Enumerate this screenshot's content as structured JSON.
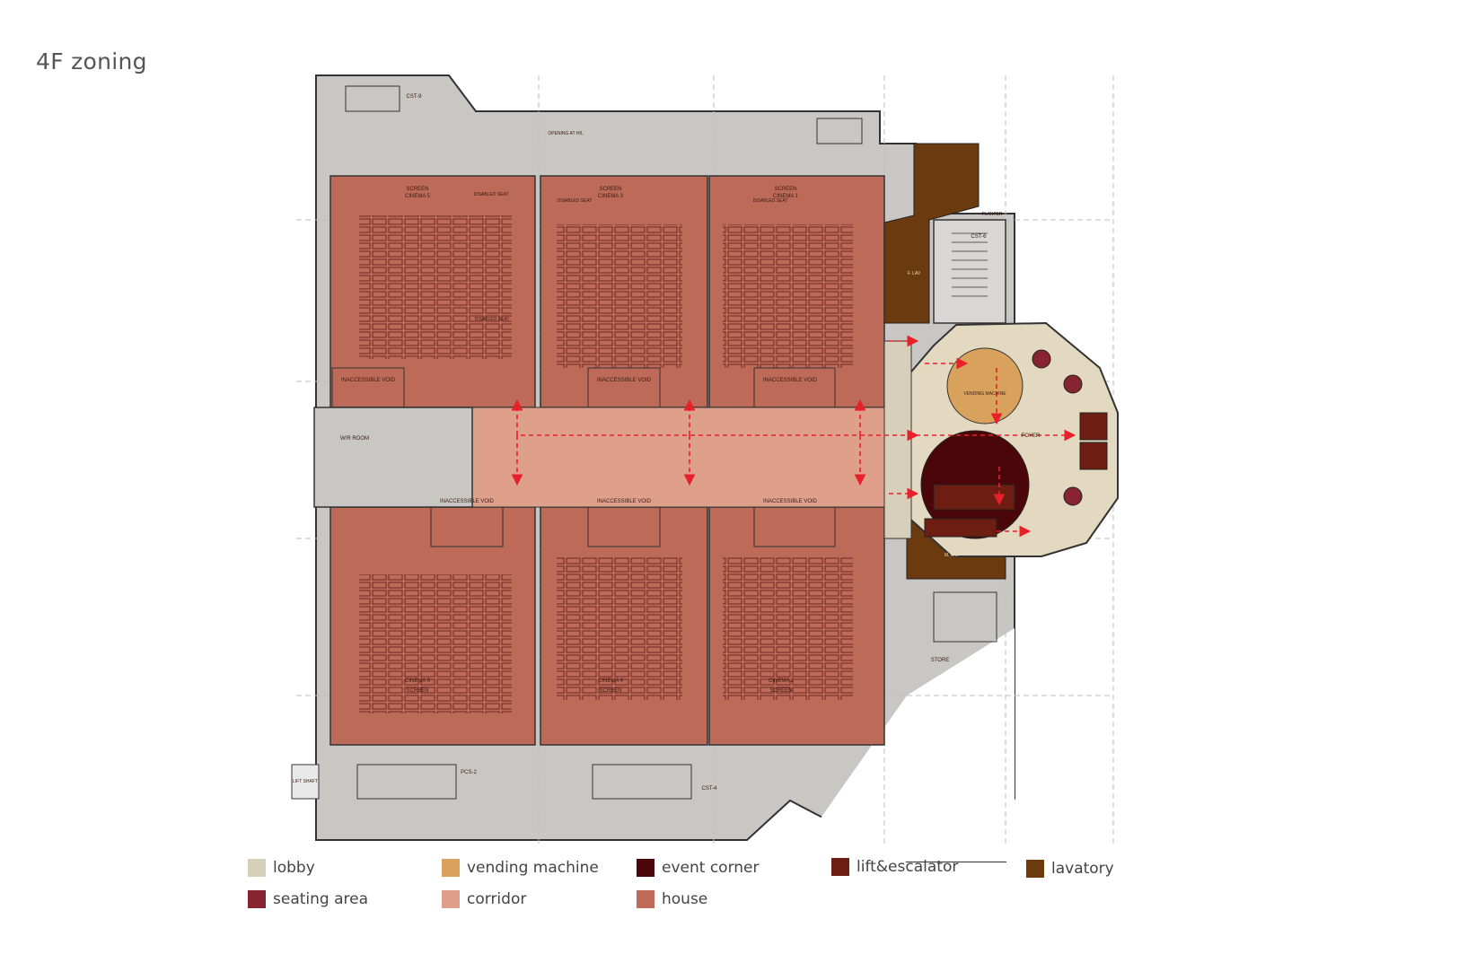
{
  "title": "4F zoning",
  "colors": {
    "lobby": "#d7cfb9",
    "vending": "#d8a25c",
    "event": "#4a0609",
    "lift": "#6e1d13",
    "lavatory": "#6b3b0f",
    "seating": "#882331",
    "corridor": "#dea08a",
    "house": "#bd6a58",
    "base": "#c9c7c4",
    "foyer": "#e2d9c0",
    "arrow": "#e8202a"
  },
  "labels": {
    "cinema1": "CINEMA 1",
    "cinema2": "CINEMA 2",
    "cinema3": "CINEMA 3",
    "cinema4": "CINEMA 4",
    "cinema5": "CINEMA 5",
    "cinema6": "CINEMA 6",
    "screen": "SCREEN",
    "void": "INACCESSIBLE VOID",
    "foyer": "FOYER",
    "store": "STORE",
    "wroom": "W/R ROOM",
    "vending": "VENDING MACHINE",
    "disabled": "DISABLED SEAT",
    "opening": "OPENING AT H/L",
    "planter": "PLANTER",
    "lift_shaft": "LIFT SHAFT",
    "cst9": "CST-9",
    "cst6": "CST-6",
    "cst4": "CST-4",
    "pcs2": "PCS-2",
    "flav": "F. LAV",
    "mlav": "M. LAV"
  },
  "legend": [
    {
      "label": "lobby",
      "color": "#d7cfb9"
    },
    {
      "label": "vending machine",
      "color": "#d8a25c"
    },
    {
      "label": "event corner",
      "color": "#4a0609"
    },
    {
      "label": "lift&escalator",
      "color": "#6e1d13"
    },
    {
      "label": "lavatory",
      "color": "#6b3b0f"
    },
    {
      "label": "seating area",
      "color": "#882331"
    },
    {
      "label": "corridor",
      "color": "#dea08a"
    },
    {
      "label": "house",
      "color": "#bd6a58"
    }
  ]
}
